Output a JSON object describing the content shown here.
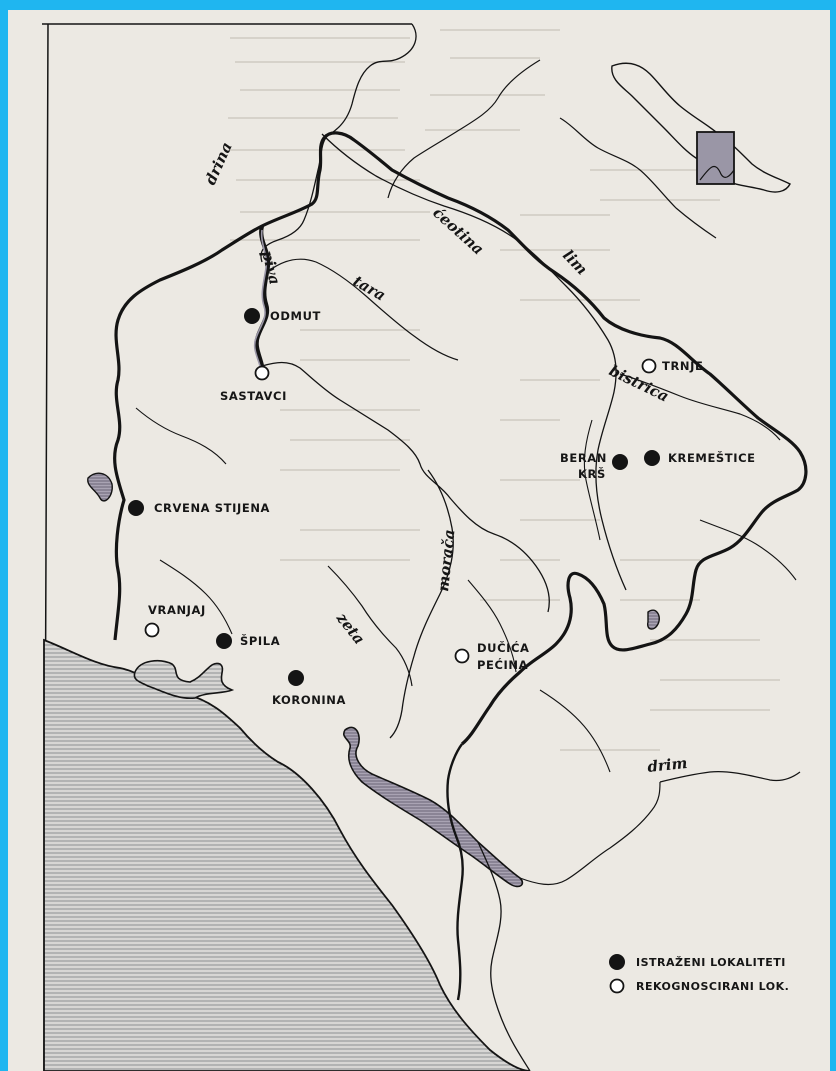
{
  "colors": {
    "frame_background": "#1fb6f0",
    "paper": "#ece9e3",
    "ink": "#141414",
    "sea_hatch": "#8c8f93",
    "lake_fill": "#8f8a9c"
  },
  "map": {
    "rivers": {
      "drina": "drina",
      "piva": "piva",
      "tara": "tara",
      "cehotina": "ćeotina",
      "lim": "lim",
      "bistrica": "bistrica",
      "moraca": "morača",
      "zeta": "zeta",
      "drim": "drim"
    },
    "sites": {
      "odmut": {
        "label": "ODMUT",
        "type": "excavated"
      },
      "sastavci": {
        "label": "SASTAVCI",
        "type": "surveyed"
      },
      "trnje": {
        "label": "TRNJE",
        "type": "surveyed"
      },
      "beran_krs": {
        "label_line1": "BERAN",
        "label_line2": "KRŠ",
        "type": "excavated"
      },
      "kremestice": {
        "label": "KREMEŠTICE",
        "type": "excavated"
      },
      "crvena_stijena": {
        "label": "CRVENA STIJENA",
        "type": "excavated"
      },
      "vranjaj": {
        "label": "VRANJAJ",
        "type": "surveyed"
      },
      "spila": {
        "label": "ŠPILA",
        "type": "excavated"
      },
      "koronina": {
        "label": "KORONINA",
        "type": "excavated"
      },
      "ducica_pecina": {
        "label_line1": "DUČIĆA",
        "label_line2": "PEĆINA",
        "type": "surveyed"
      }
    },
    "legend": {
      "excavated": "ISTRAŽENI LOKALITETI",
      "surveyed": "REKOGNOSCIRANI LOK."
    },
    "inset": {
      "icon": "yugoslavia-locator-map-icon"
    }
  }
}
